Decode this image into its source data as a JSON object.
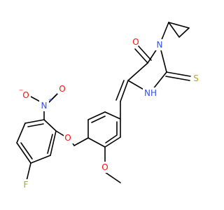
{
  "molecule": {
    "atom_labels": {
      "carbonyl_o": "O",
      "n3": "N",
      "thione_s": "S",
      "nh": "NH",
      "nitro_n": "N",
      "nitro_n_charge": "+",
      "nitro_o1": "O",
      "nitro_o1_charge": "−",
      "nitro_o2": "O",
      "ether_o": "O",
      "methoxy_o": "O",
      "fluorine": "F"
    },
    "colors": {
      "bond": "#000000",
      "oxygen": "#ff0d0d",
      "nitrogen": "#3050f8",
      "sulfur": "#b8a020",
      "fluorine": "#90b030"
    }
  }
}
